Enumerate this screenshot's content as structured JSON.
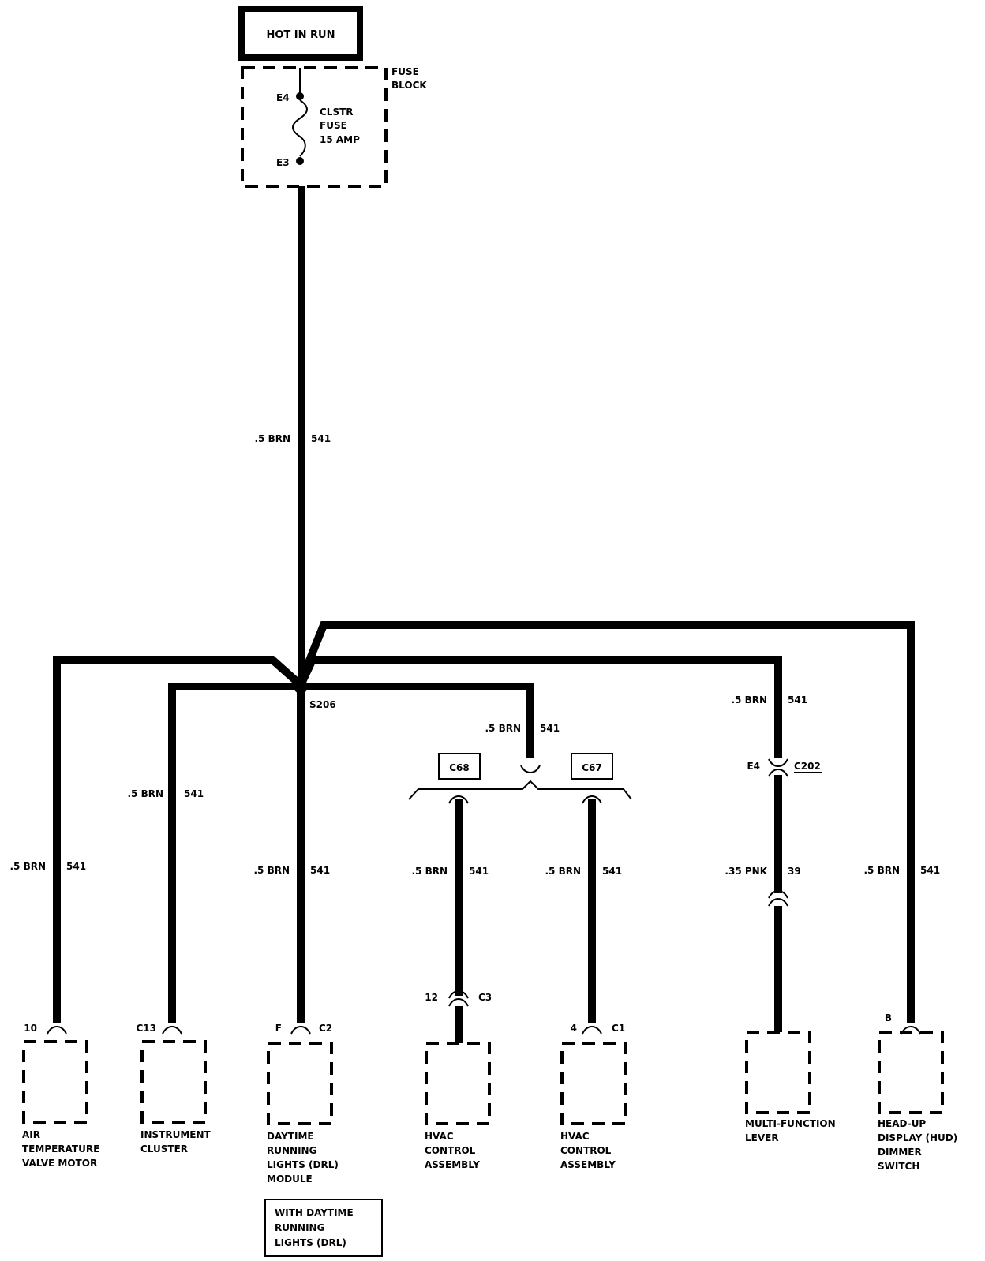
{
  "power": {
    "label": "HOT IN RUN"
  },
  "fuse_block": {
    "title_line1": "FUSE",
    "title_line2": "BLOCK",
    "pin_top": "E4",
    "pin_bottom": "E3",
    "fuse_name": "CLSTR",
    "fuse_word": "FUSE",
    "fuse_rating": "15 AMP"
  },
  "main_wire": {
    "gauge": ".5 BRN",
    "circuit": "541"
  },
  "splice": {
    "label": "S206"
  },
  "connectors": {
    "c68": "C68",
    "c67": "C67",
    "c68_wire_gauge": ".5 BRN",
    "c68_wire_circuit": "541",
    "c202_pin": "E4",
    "c202_label": "C202",
    "c202_in_gauge": ".5 BRN",
    "c202_in_circuit": "541",
    "c202_out_gauge": ".35 PNK",
    "c202_out_circuit": "39"
  },
  "branches": [
    {
      "gauge": ".5 BRN",
      "circuit": "541",
      "pin": "10",
      "connector": "",
      "component": [
        "AIR",
        "TEMPERATURE",
        "VALVE MOTOR"
      ]
    },
    {
      "gauge": ".5 BRN",
      "circuit": "541",
      "pin": "C13",
      "connector": "",
      "component": [
        "INSTRUMENT",
        "CLUSTER"
      ]
    },
    {
      "gauge": ".5 BRN",
      "circuit": "541",
      "pin": "F",
      "connector": "C2",
      "component": [
        "DAYTIME",
        "RUNNING",
        "LIGHTS (DRL)",
        "MODULE"
      ]
    },
    {
      "gauge": ".5 BRN",
      "circuit": "541",
      "pin": "12",
      "connector": "C3",
      "component": [
        "HVAC",
        "CONTROL",
        "ASSEMBLY"
      ]
    },
    {
      "gauge": ".5 BRN",
      "circuit": "541",
      "pin": "4",
      "connector": "C1",
      "component": [
        "HVAC",
        "CONTROL",
        "ASSEMBLY"
      ]
    },
    {
      "gauge": ".35 PNK",
      "circuit": "39",
      "pin": "",
      "connector": "",
      "component": [
        "MULTI-FUNCTION",
        "LEVER"
      ]
    },
    {
      "gauge": ".5 BRN",
      "circuit": "541",
      "pin": "B",
      "connector": "",
      "component": [
        "HEAD-UP",
        "DISPLAY (HUD)",
        "DIMMER",
        "SWITCH"
      ]
    }
  ],
  "note": {
    "lines": [
      "WITH DAYTIME",
      "RUNNING",
      "LIGHTS (DRL)"
    ]
  }
}
